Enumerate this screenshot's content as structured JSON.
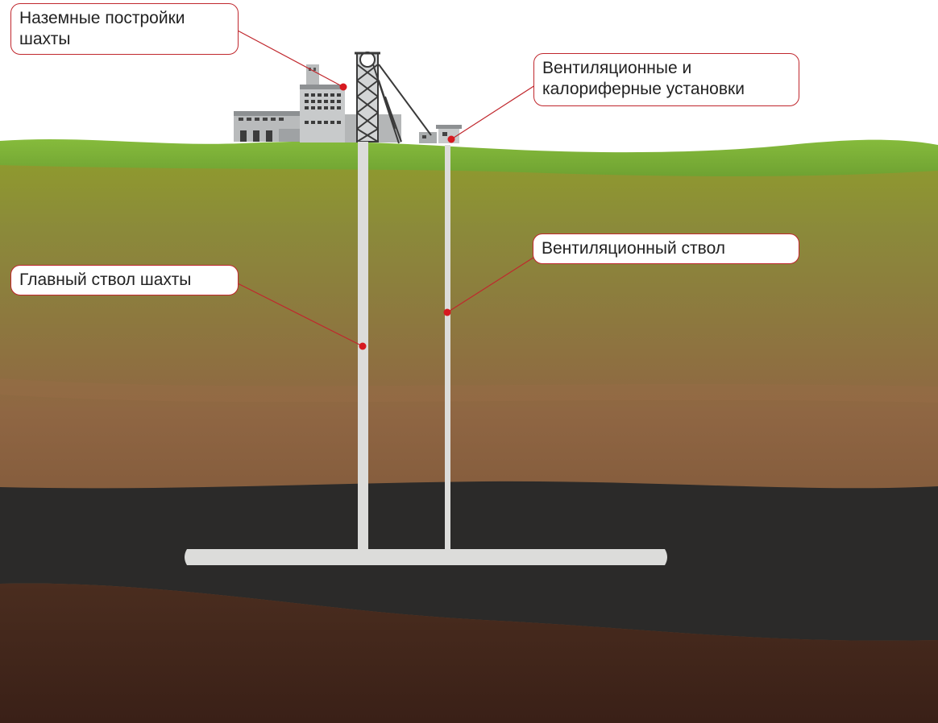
{
  "labels": {
    "surface_buildings": [
      "Наземные постройки",
      "шахты"
    ],
    "ventilation_units": [
      "Вентиляционные и",
      "калориферные установки"
    ],
    "ventilation_shaft": "Вентиляционный ствол",
    "main_shaft": "Главный ствол шахты"
  },
  "colors": {
    "callout_accent": "#c0272d",
    "grass": "#7fb539",
    "soil_upper": "#8b8a3a",
    "soil_middle": "#8f6643",
    "coal_seam": "#2b2a29",
    "soil_deep": "#3e2419",
    "shaft": "#dcdcda"
  }
}
